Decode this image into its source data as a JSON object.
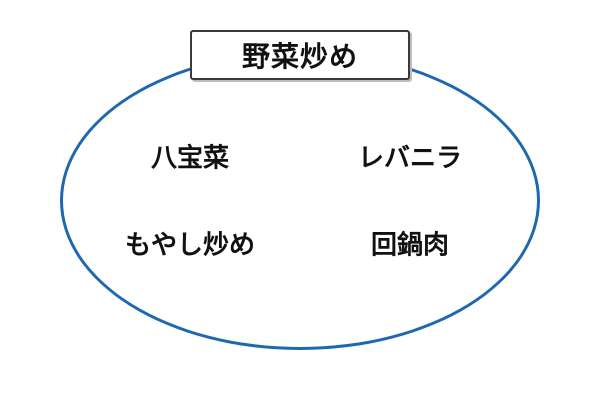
{
  "diagram": {
    "title": "野菜炒め",
    "items": [
      "八宝菜",
      "レバニラ",
      "もやし炒め",
      "回鍋肉"
    ]
  },
  "colors": {
    "ellipse_stroke": "#1f68b0",
    "box_border": "#3a3a3a",
    "text": "#111111"
  }
}
